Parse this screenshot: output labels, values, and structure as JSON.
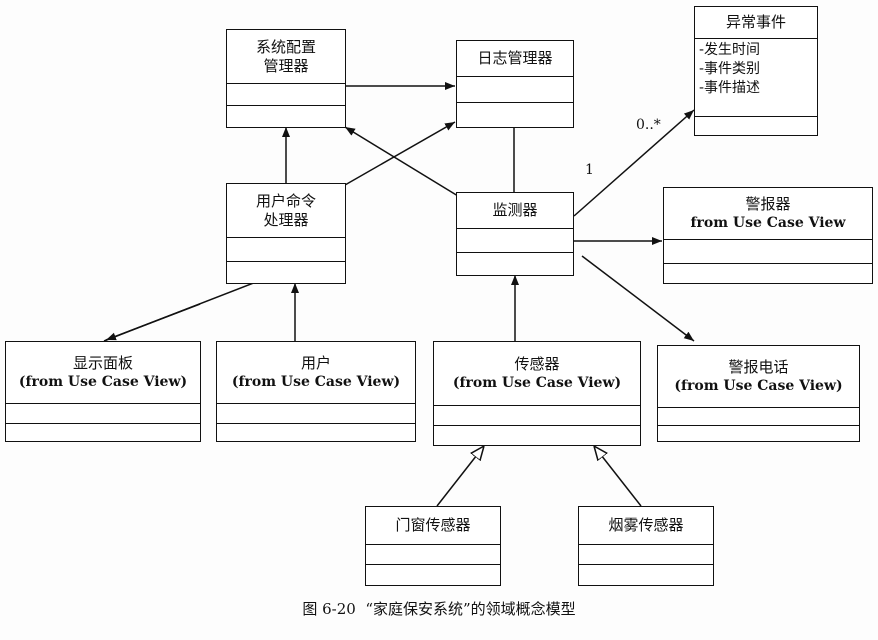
{
  "classes": {
    "sys_config": {
      "name_lines": [
        "系统配置",
        "管理器"
      ]
    },
    "log_mgr": {
      "name_lines": [
        "日志管理器"
      ]
    },
    "abnormal_event": {
      "name_lines": [
        "异常事件"
      ],
      "attributes": [
        "-发生时间",
        "-事件类别",
        "-事件描述"
      ]
    },
    "cmd_proc": {
      "name_lines": [
        "用户命令",
        "处理器"
      ]
    },
    "monitor": {
      "name_lines": [
        "监测器"
      ]
    },
    "alarm": {
      "name_lines": [
        "警报器"
      ],
      "source": "from Use Case View"
    },
    "display_panel": {
      "name_lines": [
        "显示面板"
      ],
      "source": "(from Use Case View)"
    },
    "user": {
      "name_lines": [
        "用户"
      ],
      "source": "(from Use Case View)"
    },
    "sensor": {
      "name_lines": [
        "传感器"
      ],
      "source": "(from Use Case View)"
    },
    "alarm_phone": {
      "name_lines": [
        "警报电话"
      ],
      "source": "(from Use Case View)"
    },
    "door_sensor": {
      "name_lines": [
        "门窗传感器"
      ]
    },
    "smoke_sensor": {
      "name_lines": [
        "烟雾传感器"
      ]
    }
  },
  "multiplicities": {
    "monitor_end": "1",
    "event_end": "0..*"
  },
  "caption": "图 6-20  “家庭保安系统”的领域概念模型"
}
